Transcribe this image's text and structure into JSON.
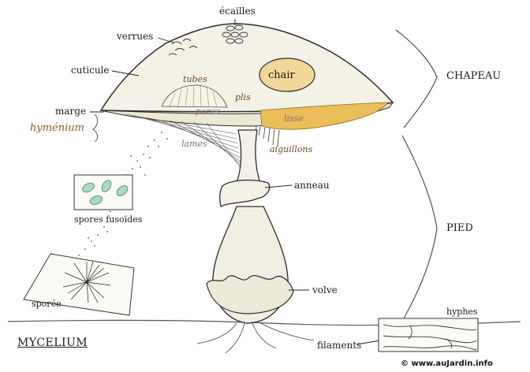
{
  "diagram": {
    "colors": {
      "cap": "#f4f2e6",
      "flesh": "#f2d79a",
      "lisse": "#e9bd58",
      "outline": "#2a2a2a",
      "label_brown": "#6b4a1c",
      "hymenium": "#8b5a2b"
    },
    "labels": {
      "ecailles": "écailles",
      "verrues": "verrues",
      "cuticule": "cuticule",
      "tubes": "tubes",
      "chair": "chair",
      "plis": "plis",
      "pores": "pores",
      "marge": "marge",
      "hymenium": "hyménium",
      "lisse": "lisse",
      "lames": "lames",
      "aiguillons": "aiguillons",
      "anneau": "anneau",
      "spores_fusoides": "spores fusoïdes",
      "sporee": "sporée",
      "volve": "volve",
      "mycelium": "MYCELIUM",
      "hyphes": "hyphes",
      "filaments": "filaments",
      "chapeau": "CHAPEAU",
      "pied": "PIED"
    },
    "credit": "© www.auJardin.info"
  }
}
